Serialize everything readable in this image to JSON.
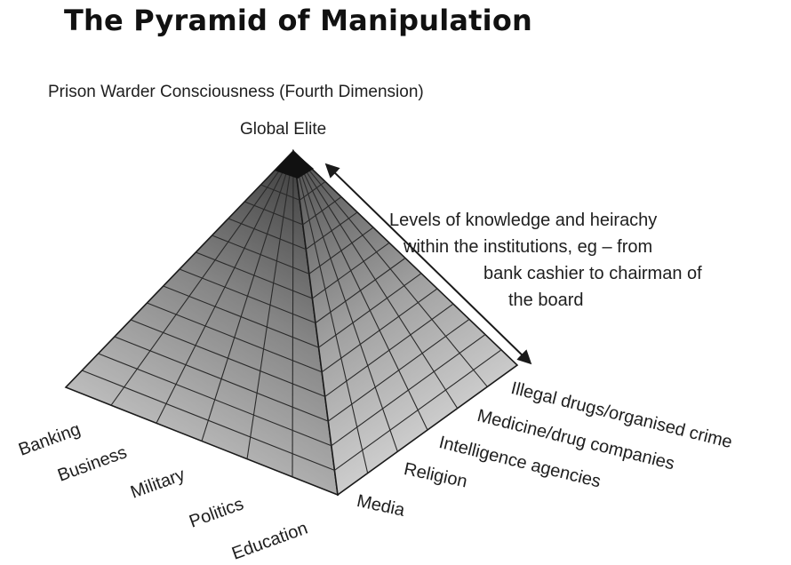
{
  "title": "The Pyramid of Manipulation",
  "top_caption": "Prison Warder Consciousness (Fourth Dimension)",
  "apex_label": "Global Elite",
  "side_note": [
    "Levels of knowledge and heirachy",
    "within the institutions, eg – from",
    "bank cashier to chairman of",
    "the board"
  ],
  "left_face_labels": [
    "Banking",
    "Business",
    "Military",
    "Politics",
    "Education"
  ],
  "right_face_labels": [
    "Media",
    "Religion",
    "Intelligence agencies",
    "Medicine/drug companies",
    "Illegal drugs/organised crime"
  ],
  "colors": {
    "ink": "#1a1a1a",
    "grid": "#2a2a2a"
  }
}
